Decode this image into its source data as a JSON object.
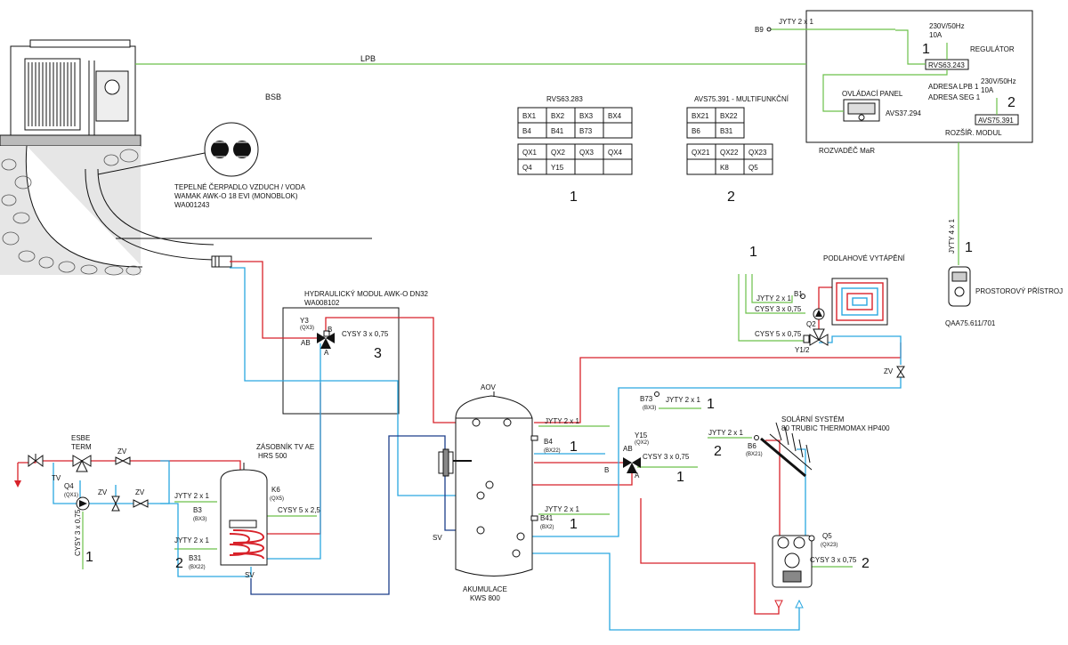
{
  "labels": {
    "lpb": "LPB",
    "bsb": "BSB",
    "b9": "B9",
    "jyty_2x1": "JYTY 2 x 1",
    "jyty_4x1": "JYTY 4 x 1",
    "power_a": "230V/50Hz",
    "amp_a": "10A",
    "power_b": "230V/50Hz",
    "amp_b": "10A",
    "regulator": "REGULÁTOR",
    "rvs_box": "RVS63.243",
    "control_panel": "OVLÁDACÍ PANEL",
    "avs37": "AVS37.294",
    "lpb_addr": "ADRESA LPB 1",
    "seg_addr": "ADRESA SEG 1",
    "avs75_box": "AVS75.391",
    "ext_module": "ROZŠÍŘ. MODUL",
    "cabinet": "ROZVADĚČ MaR",
    "room_unit": "PROSTOROVÝ PŘÍSTROJ",
    "room_unit_code": "QAA75.611/701",
    "hp_line1": "TEPELNÉ ČERPADLO VZDUCH / VODA",
    "hp_line2": "WAMAK AWK-O 18 EVI (MONOBLOK)",
    "hp_line3": "WA001243",
    "hm_line1": "HYDRAULICKÝ MODUL AWK-O DN32",
    "hm_line2": "WA008102",
    "y3": "Y3",
    "qx3": "(QX3)",
    "cysy_3x075": "CYSY 3 x 0,75",
    "cysy_5x075": "CYSY 5 x 0,75",
    "cysy_5x25": "CYSY 5 x 2,5",
    "floor_heating": "PODLAHOVÉ VYTÁPĚNÍ",
    "b1": "B1",
    "q2": "Q2",
    "y12": "Y1/2",
    "zv": "ZV",
    "aov": "AOV",
    "b73": "B73",
    "bx3": "(BX3)",
    "b4": "B4",
    "bx22": "(BX22)",
    "y15": "Y15",
    "qx2": "(QX2)",
    "b41": "B41",
    "bx2": "(BX2)",
    "sv": "SV",
    "accu_line1": "AKUMULACE",
    "accu_line2": "KWS 800",
    "solar_line1": "SOLÁRNÍ SYSTÉM",
    "solar_line2": "80 TRUBIC THERMOMAX HP400",
    "b6": "B6",
    "bx21": "(BX21)",
    "q5": "Q5",
    "qx23": "(QX23)",
    "tank_line1": "ZÁSOBNÍK TV AE",
    "tank_line2": "HRS 500",
    "k6": "K6",
    "qx5": "(QX5)",
    "b3": "B3",
    "b31": "B31",
    "esbe_line1": "ESBE",
    "esbe_line2": "TERM",
    "tv": "TV",
    "q4": "Q4",
    "qx1": "(QX1)",
    "port_b": "B",
    "port_a": "A",
    "port_ab": "AB",
    "n1": "1",
    "n2": "2",
    "n3": "3"
  },
  "rvs_table": {
    "title": "RVS63.283",
    "inputs": [
      [
        "BX1",
        "BX2",
        "BX3",
        "BX4"
      ],
      [
        "B4",
        "B41",
        "B73",
        ""
      ]
    ],
    "outputs": [
      [
        "QX1",
        "QX2",
        "QX3",
        "QX4"
      ],
      [
        "Q4",
        "Y15",
        "",
        ""
      ]
    ]
  },
  "avs_table": {
    "title": "AVS75.391 - MULTIFUNKČNÍ",
    "inputs": [
      [
        "BX21",
        "BX22"
      ],
      [
        "B6",
        "B31"
      ]
    ],
    "outputs": [
      [
        "QX21",
        "QX22",
        "QX23"
      ],
      [
        "",
        "K8",
        "Q5"
      ]
    ]
  }
}
